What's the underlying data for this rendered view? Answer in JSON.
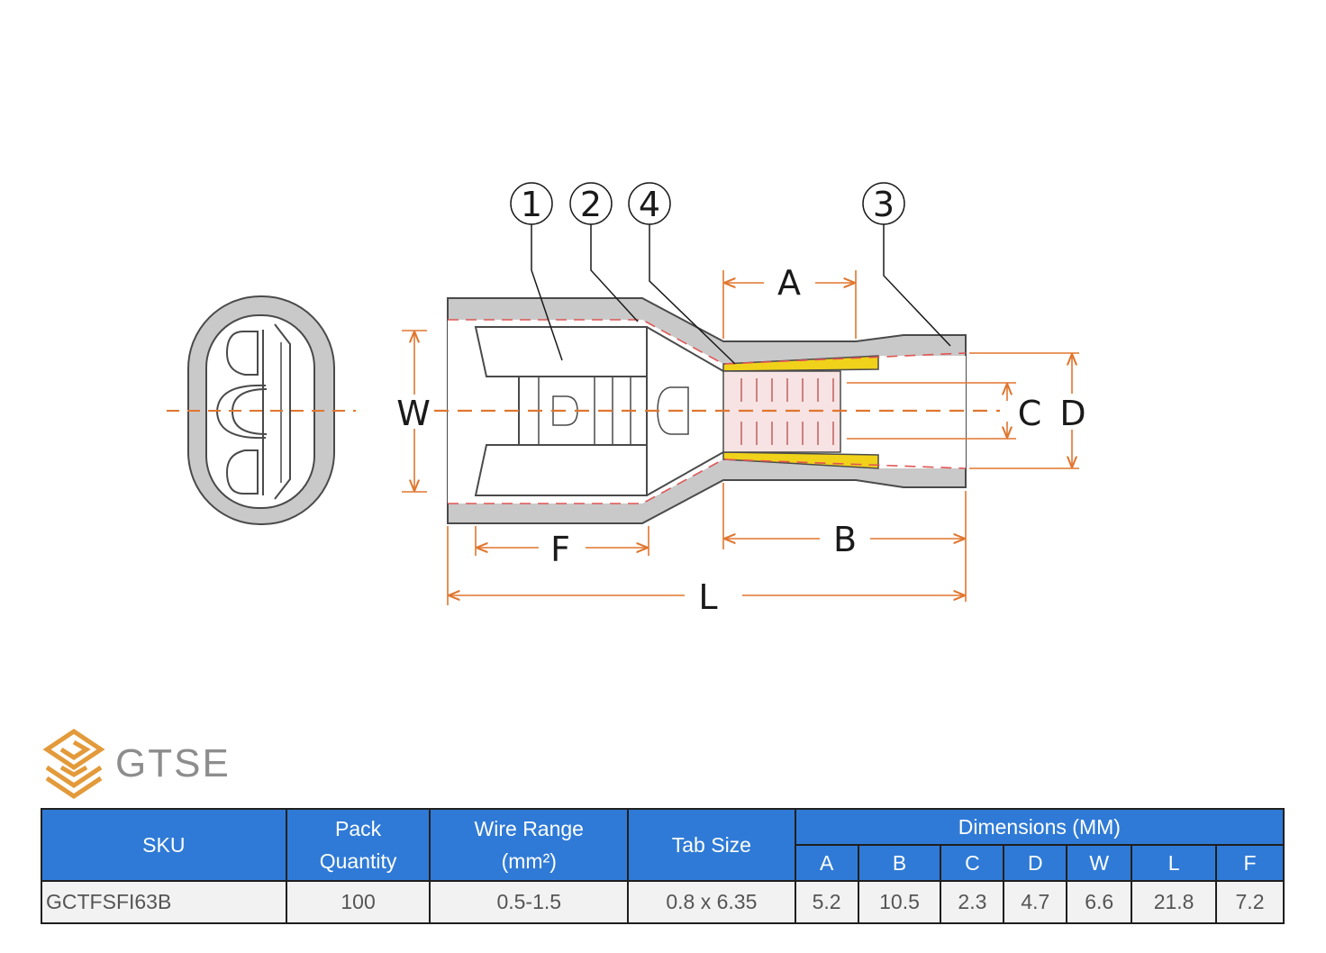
{
  "diagram": {
    "callouts": [
      "1",
      "2",
      "4",
      "3"
    ],
    "dimension_labels": {
      "A": "A",
      "B": "B",
      "C": "C",
      "D": "D",
      "W": "W",
      "L": "L",
      "F": "F"
    },
    "colors": {
      "insulation": "#c9c9c9",
      "outline": "#4a4a4a",
      "dimension_line": "#e0762f",
      "barrel_sleeve": "#f0d21a",
      "barrel_body": "#f7e3e3"
    }
  },
  "brand": {
    "name": "GTSE",
    "logo_color": "#e39a3a"
  },
  "table": {
    "headers": {
      "sku": "SKU",
      "pack_line1": "Pack",
      "pack_line2": "Quantity",
      "wire_line1": "Wire Range",
      "wire_line2": "(mm²)",
      "tab_size": "Tab Size",
      "dimensions_group": "Dimensions (MM)",
      "dimensions": [
        "A",
        "B",
        "C",
        "D",
        "W",
        "L",
        "F"
      ]
    },
    "row": {
      "sku": "GCTFSFI63B",
      "pack_quantity": "100",
      "wire_range": "0.5-1.5",
      "tab_size": "0.8 x 6.35",
      "dimensions": [
        "5.2",
        "10.5",
        "2.3",
        "4.7",
        "6.6",
        "21.8",
        "7.2"
      ]
    },
    "header_color": "#2f7ad6"
  }
}
